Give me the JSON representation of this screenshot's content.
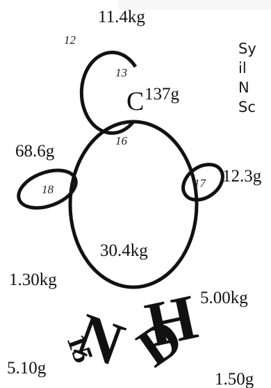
{
  "side_text": {
    "lines": [
      "Sy",
      "il",
      "N",
      "Sc"
    ]
  },
  "parts": {
    "big_c": {
      "number": "12",
      "mass": "11.4kg"
    },
    "small_c": {
      "number": "13",
      "letter": "C",
      "mass": "137g"
    },
    "body": {
      "number": "16",
      "mass": "30.4kg"
    },
    "left_arm": {
      "number": "18",
      "mass": "68.6g"
    },
    "right_arm": {
      "number": "17",
      "mass": "12.3g"
    },
    "left_leg": {
      "letter": "N",
      "mass": "1.30kg"
    },
    "left_foot": {
      "number": "15",
      "mass": "5.10g"
    },
    "right_leg": {
      "letter": "H",
      "mass": "5.00kg"
    },
    "right_foot": {
      "letter": "D",
      "mass": "1.50g"
    }
  },
  "colors": {
    "ink": "#111111",
    "side_text": "#1a1a1a"
  }
}
